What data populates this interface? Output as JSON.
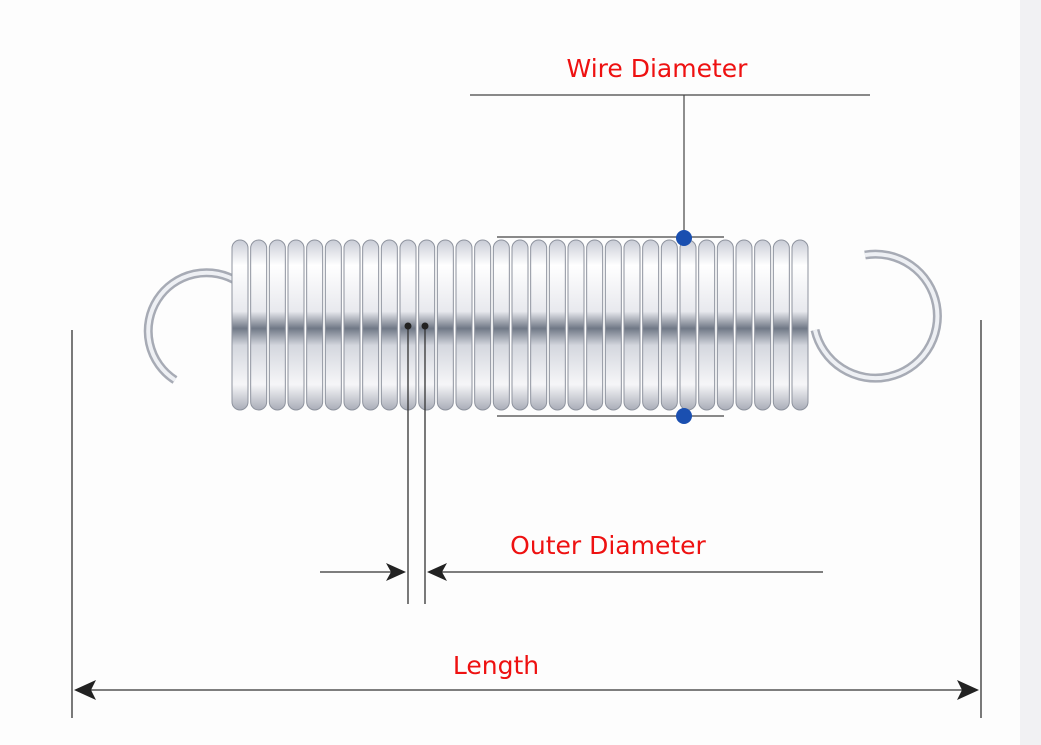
{
  "labels": {
    "wire_diameter": "Wire Diameter",
    "outer_diameter": "Outer Diameter",
    "length": "Length"
  },
  "colors": {
    "label": "#ee1111",
    "marker": "#1a4fb0",
    "line": "#333333"
  },
  "spring": {
    "coil_count": 31
  }
}
